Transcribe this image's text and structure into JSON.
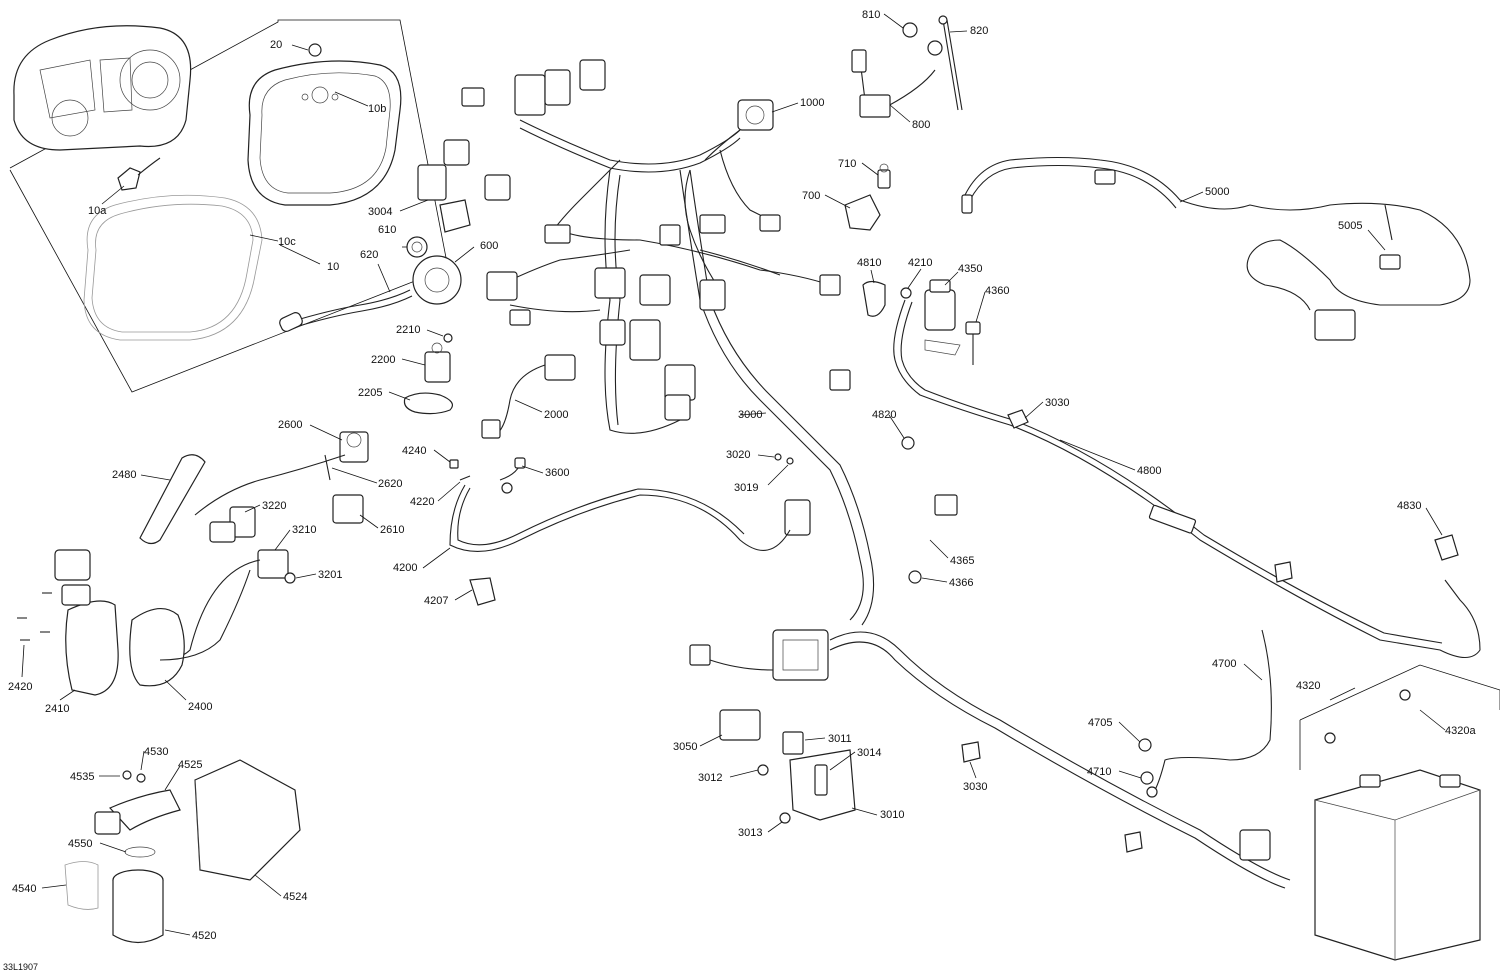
{
  "drawing_id": "33L1907",
  "callouts": [
    {
      "id": "c-20",
      "text": "20"
    },
    {
      "id": "c-10b",
      "text": "10b"
    },
    {
      "id": "c-10a",
      "text": "10a"
    },
    {
      "id": "c-10c",
      "text": "10c"
    },
    {
      "id": "c-10",
      "text": "10"
    },
    {
      "id": "c-3004",
      "text": "3004"
    },
    {
      "id": "c-610",
      "text": "610"
    },
    {
      "id": "c-600",
      "text": "600"
    },
    {
      "id": "c-620",
      "text": "620"
    },
    {
      "id": "c-2210",
      "text": "2210"
    },
    {
      "id": "c-2200",
      "text": "2200"
    },
    {
      "id": "c-2205",
      "text": "2205"
    },
    {
      "id": "c-2000",
      "text": "2000"
    },
    {
      "id": "c-810",
      "text": "810"
    },
    {
      "id": "c-820",
      "text": "820"
    },
    {
      "id": "c-800",
      "text": "800"
    },
    {
      "id": "c-1000",
      "text": "1000"
    },
    {
      "id": "c-710",
      "text": "710"
    },
    {
      "id": "c-700",
      "text": "700"
    },
    {
      "id": "c-5000",
      "text": "5000"
    },
    {
      "id": "c-5005",
      "text": "5005"
    },
    {
      "id": "c-4810",
      "text": "4810"
    },
    {
      "id": "c-4210",
      "text": "4210"
    },
    {
      "id": "c-4350",
      "text": "4350"
    },
    {
      "id": "c-4360",
      "text": "4360"
    },
    {
      "id": "c-3030a",
      "text": "3030"
    },
    {
      "id": "c-3000",
      "text": "3000"
    },
    {
      "id": "c-4820",
      "text": "4820"
    },
    {
      "id": "c-3020",
      "text": "3020"
    },
    {
      "id": "c-3019",
      "text": "3019"
    },
    {
      "id": "c-4800",
      "text": "4800"
    },
    {
      "id": "c-2600",
      "text": "2600"
    },
    {
      "id": "c-4240",
      "text": "4240"
    },
    {
      "id": "c-3600",
      "text": "3600"
    },
    {
      "id": "c-2620",
      "text": "2620"
    },
    {
      "id": "c-4220",
      "text": "4220"
    },
    {
      "id": "c-2480",
      "text": "2480"
    },
    {
      "id": "c-3220",
      "text": "3220"
    },
    {
      "id": "c-3210",
      "text": "3210"
    },
    {
      "id": "c-2610",
      "text": "2610"
    },
    {
      "id": "c-4200",
      "text": "4200"
    },
    {
      "id": "c-3201",
      "text": "3201"
    },
    {
      "id": "c-4207",
      "text": "4207"
    },
    {
      "id": "c-4365",
      "text": "4365"
    },
    {
      "id": "c-4366",
      "text": "4366"
    },
    {
      "id": "c-4830",
      "text": "4830"
    },
    {
      "id": "c-2420",
      "text": "2420"
    },
    {
      "id": "c-2410",
      "text": "2410"
    },
    {
      "id": "c-2400",
      "text": "2400"
    },
    {
      "id": "c-4700",
      "text": "4700"
    },
    {
      "id": "c-4320",
      "text": "4320"
    },
    {
      "id": "c-4320a",
      "text": "4320a"
    },
    {
      "id": "c-4705",
      "text": "4705"
    },
    {
      "id": "c-4710",
      "text": "4710"
    },
    {
      "id": "c-3050",
      "text": "3050"
    },
    {
      "id": "c-3011",
      "text": "3011"
    },
    {
      "id": "c-3012",
      "text": "3012"
    },
    {
      "id": "c-3014",
      "text": "3014"
    },
    {
      "id": "c-3030b",
      "text": "3030"
    },
    {
      "id": "c-3010",
      "text": "3010"
    },
    {
      "id": "c-3013",
      "text": "3013"
    },
    {
      "id": "c-4530",
      "text": "4530"
    },
    {
      "id": "c-4535",
      "text": "4535"
    },
    {
      "id": "c-4525",
      "text": "4525"
    },
    {
      "id": "c-4550",
      "text": "4550"
    },
    {
      "id": "c-4540",
      "text": "4540"
    },
    {
      "id": "c-4524",
      "text": "4524"
    },
    {
      "id": "c-4520",
      "text": "4520"
    }
  ]
}
